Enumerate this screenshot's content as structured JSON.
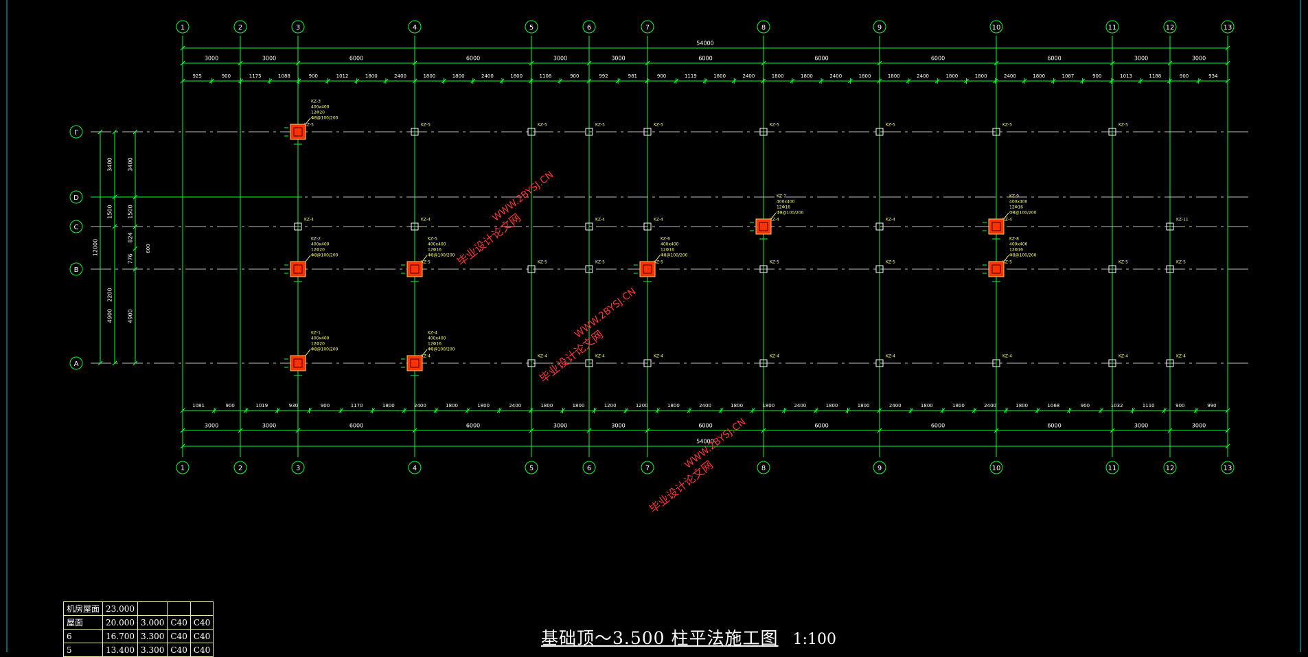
{
  "colors": {
    "grid": "#00ff33",
    "axis": "#bfbfbf",
    "column": "#ff3300",
    "text_yellow": "#ffff66",
    "watermark": "#ff3333",
    "frame": "#00cccc"
  },
  "drawing": {
    "title": "基础顶～3.500  柱平法施工图",
    "scale": "1:100",
    "axes_x": [
      "1",
      "2",
      "3",
      "4",
      "5",
      "6",
      "7",
      "8",
      "9",
      "10",
      "11",
      "12",
      "13"
    ],
    "axes_y": [
      "Γ",
      "D",
      "C",
      "B",
      "A"
    ],
    "overall_dim": "54000",
    "bay_dims": [
      "3000",
      "3000",
      "6000",
      "6000",
      "3000",
      "3000",
      "6000",
      "6000",
      "6000",
      "6000",
      "3000",
      "3000"
    ],
    "top_detail_dims": [
      "925",
      "900",
      "1175",
      "1088",
      "900",
      "1012",
      "1800",
      "2400",
      "1800",
      "1800",
      "2400",
      "1800",
      "1108",
      "900",
      "992",
      "981",
      "900",
      "1119",
      "1800",
      "2400",
      "1800",
      "1800",
      "2400",
      "1800",
      "1800",
      "2400",
      "1800",
      "1800",
      "2400",
      "1800",
      "1087",
      "900",
      "1013",
      "1188",
      "900",
      "934"
    ],
    "bottom_detail_dims": [
      "1081",
      "900",
      "1019",
      "930",
      "900",
      "1170",
      "1800",
      "2400",
      "1800",
      "1800",
      "2400",
      "1800",
      "1800",
      "1200",
      "1200",
      "1800",
      "2400",
      "1800",
      "1800",
      "2400",
      "1800",
      "1800",
      "2400",
      "1800",
      "1800",
      "2400",
      "1800",
      "1068",
      "900",
      "1032",
      "1110",
      "900",
      "990"
    ],
    "left_dims_outer": [
      "3400",
      "1500",
      "2200",
      "4900"
    ],
    "left_dims_mid": [
      "3400",
      "1500",
      "824",
      "776",
      "4900"
    ],
    "left_dims_small": [
      "600"
    ],
    "left_total": "12000",
    "column_labels": {
      "r0": [
        "KZ-5",
        "KZ-5",
        "KZ-5",
        "KZ-5",
        "KZ-5",
        "KZ-5",
        "KZ-5",
        "KZ-5",
        "KZ-5"
      ],
      "r2": [
        "KZ-4",
        "KZ-4",
        "KZ-4",
        "KZ-4",
        "KZ-4",
        "KZ-4",
        "KZ-4",
        "KZ-11"
      ],
      "r3": [
        "KZ-5",
        "KZ-5",
        "KZ-5",
        "KZ-5",
        "KZ-5",
        "KZ-5",
        "KZ-5",
        "KZ-5",
        "KZ-5"
      ],
      "r4": [
        "KZ-4",
        "KZ-4",
        "KZ-4",
        "KZ-4",
        "KZ-4",
        "KZ-4",
        "KZ-4",
        "KZ-4",
        "KZ-4"
      ]
    },
    "detail_columns": [
      {
        "col": 3,
        "row": 0,
        "lines": [
          "KZ-3",
          "400x400",
          "12Φ20",
          "Φ8@100/200"
        ]
      },
      {
        "col": 3,
        "row": 3,
        "lines": [
          "KZ-2",
          "400x400",
          "12Φ20",
          "Φ8@100/200"
        ]
      },
      {
        "col": 4,
        "row": 3,
        "lines": [
          "KZ-5",
          "400x400",
          "12Φ16",
          "Φ8@100/200"
        ]
      },
      {
        "col": 3,
        "row": 4,
        "lines": [
          "KZ-1",
          "400x400",
          "12Φ20",
          "Φ8@100/200"
        ]
      },
      {
        "col": 4,
        "row": 4,
        "lines": [
          "KZ-4",
          "400x400",
          "12Φ16",
          "Φ8@100/200"
        ]
      },
      {
        "col": 7,
        "row": 3,
        "lines": [
          "KZ-6",
          "400x400",
          "12Φ16",
          "Φ8@100/200"
        ]
      },
      {
        "col": 8,
        "row": 2,
        "lines": [
          "KZ-7",
          "400x400",
          "12Φ16",
          "Φ8@100/200"
        ]
      },
      {
        "col": 10,
        "row": 2,
        "lines": [
          "KZ-9",
          "400x400",
          "12Φ16",
          "Φ8@100/200"
        ]
      },
      {
        "col": 10,
        "row": 3,
        "lines": [
          "KZ-8",
          "400x400",
          "12Φ16",
          "Φ8@100/200"
        ]
      }
    ],
    "watermark_cn": "毕业设计论文网",
    "watermark_url": "WWW.2BYSJ.CN"
  },
  "floor_table": [
    [
      "机房屋面",
      "23.000",
      "",
      "",
      ""
    ],
    [
      "屋面",
      "20.000",
      "3.000",
      "C40",
      "C40"
    ],
    [
      "6",
      "16.700",
      "3.300",
      "C40",
      "C40"
    ],
    [
      "5",
      "13.400",
      "3.300",
      "C40",
      "C40"
    ]
  ]
}
